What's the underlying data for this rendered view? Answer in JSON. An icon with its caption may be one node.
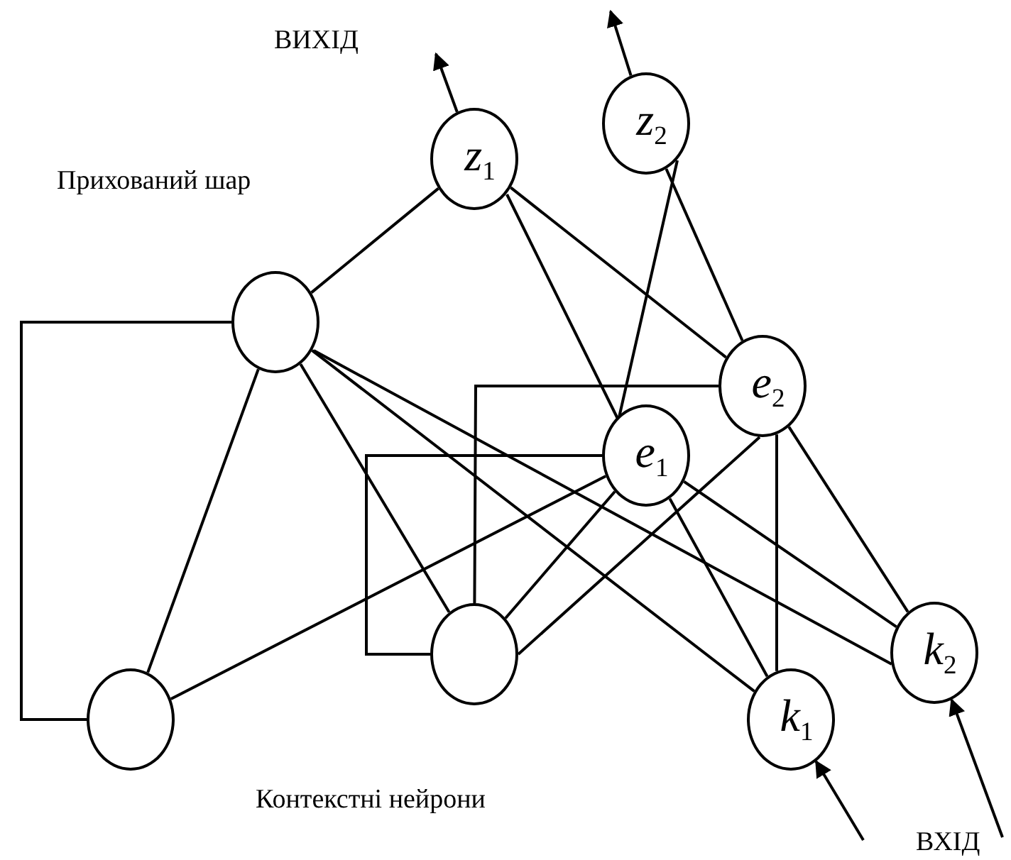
{
  "diagram": {
    "nodes": [
      {
        "text": [
          "z$_{1}$"
        ]
      },
      {
        "text": [
          "z$_{2}$"
        ]
      },
      {
        "text": [],
        "shape": "circle"
      },
      {
        "text": [
          "e$_{2}$"
        ]
      },
      {
        "text": [
          "e$_{1}$"
        ]
      },
      {
        "text": [],
        "shape": "circle"
      },
      {
        "text": [],
        "shape": "circle"
      },
      {
        "text": [
          "k$_{1}$"
        ]
      },
      {
        "text": [
          "k$_{2}$"
        ]
      }
    ],
    "edges": [
      {
        "from": 0,
        "to": 2,
        "arrow": "none"
      },
      {
        "from": 0,
        "to": 4,
        "arrow": "none"
      },
      {
        "from": 0,
        "to": 3,
        "arrow": "none"
      },
      {
        "from": 1,
        "to": 4,
        "arrow": "none"
      },
      {
        "from": 1,
        "to": 3,
        "arrow": "none"
      },
      {
        "from": 2,
        "to": 6,
        "arrow": "none"
      },
      {
        "from": 2,
        "to": 6,
        "arrow": "none"
      },
      {
        "from": 2,
        "to": 5,
        "arrow": "none"
      },
      {
        "from": 2,
        "to": 7,
        "arrow": "none"
      },
      {
        "from": 2,
        "to": 8,
        "arrow": "none"
      },
      {
        "from": 3,
        "to": 5,
        "arrow": "none"
      },
      {
        "from": 4,
        "to": 5,
        "arrow": "none"
      },
      {
        "from": 5,
        "to": 4,
        "arrow": "none"
      },
      {
        "from": 5,
        "to": 3,
        "arrow": "none"
      },
      {
        "from": 6,
        "to": 4,
        "arrow": "none"
      },
      {
        "from": 4,
        "to": 7,
        "arrow": "none"
      },
      {
        "from": 4,
        "to": 8,
        "arrow": "none"
      },
      {
        "from": 3,
        "to": 7,
        "arrow": "none"
      },
      {
        "from": 3,
        "to": 8,
        "arrow": "none"
      },
      {
        "from": 0,
        "to": null,
        "arrow": "to"
      },
      {
        "from": 1,
        "to": null,
        "arrow": "to"
      },
      {
        "from": null,
        "to": 7,
        "arrow": "to"
      },
      {
        "from": null,
        "to": 8,
        "arrow": "to"
      }
    ],
    "labels": [
      "ВИХІД",
      "Прихований шар",
      "Контекстні нейрони",
      "ВХІД"
    ]
  }
}
